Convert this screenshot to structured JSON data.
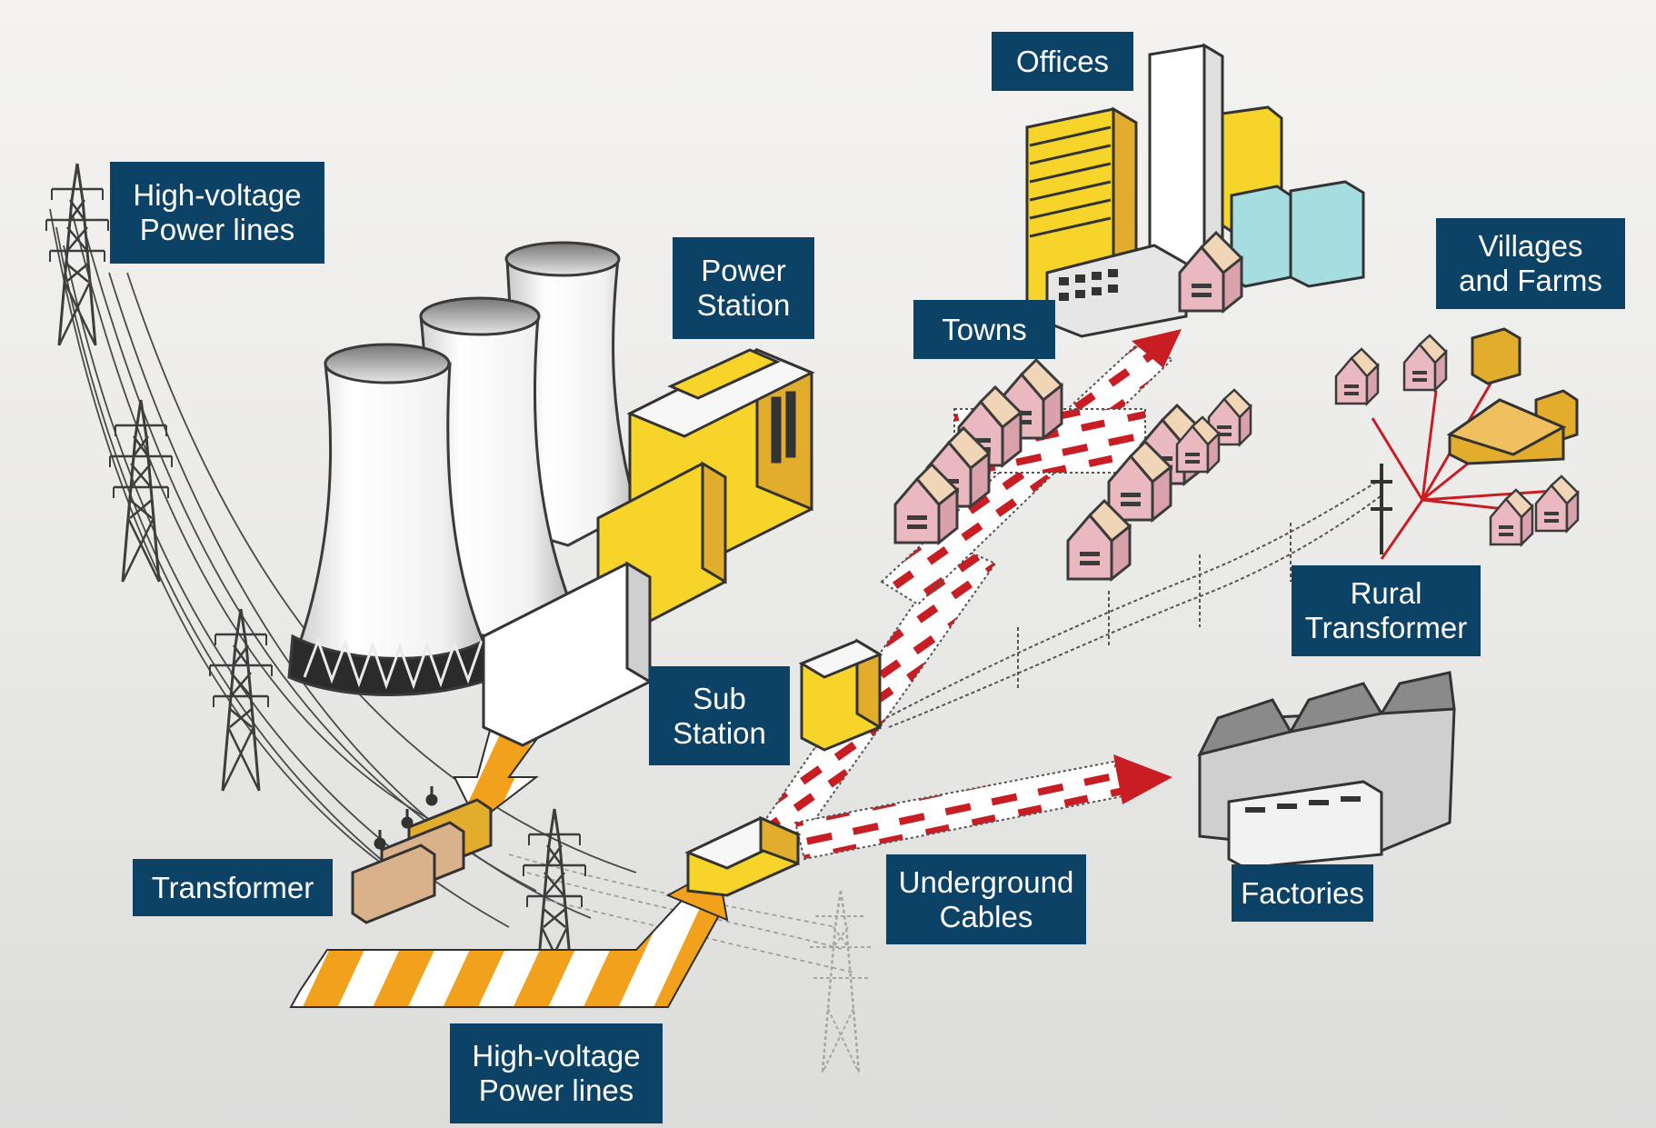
{
  "diagram": {
    "labels": {
      "hv_lines_top": {
        "line1": "High-voltage",
        "line2": "Power lines"
      },
      "power_station": {
        "line1": "Power",
        "line2": "Station"
      },
      "offices": {
        "line1": "Offices"
      },
      "towns": {
        "line1": "Towns"
      },
      "villages_farms": {
        "line1": "Villages",
        "line2": "and Farms"
      },
      "rural_transformer": {
        "line1": "Rural",
        "line2": "Transformer"
      },
      "sub_station": {
        "line1": "Sub",
        "line2": "Station"
      },
      "transformer": {
        "line1": "Transformer"
      },
      "underground_cables": {
        "line1": "Underground",
        "line2": "Cables"
      },
      "factories": {
        "line1": "Factories"
      },
      "hv_lines_bottom": {
        "line1": "High-voltage",
        "line2": "Power lines"
      }
    },
    "colors": {
      "label_bg": "#0c4266",
      "label_text": "#ffffff",
      "building_yellow": "#f6d42a",
      "building_gold": "#e2ac2c",
      "house_pink": "#e9b9bf",
      "office_cyan": "#a6dde1",
      "hv_arrow_orange": "#f1a11b",
      "cable_red": "#c81e23",
      "tower_gray": "#444444"
    }
  }
}
